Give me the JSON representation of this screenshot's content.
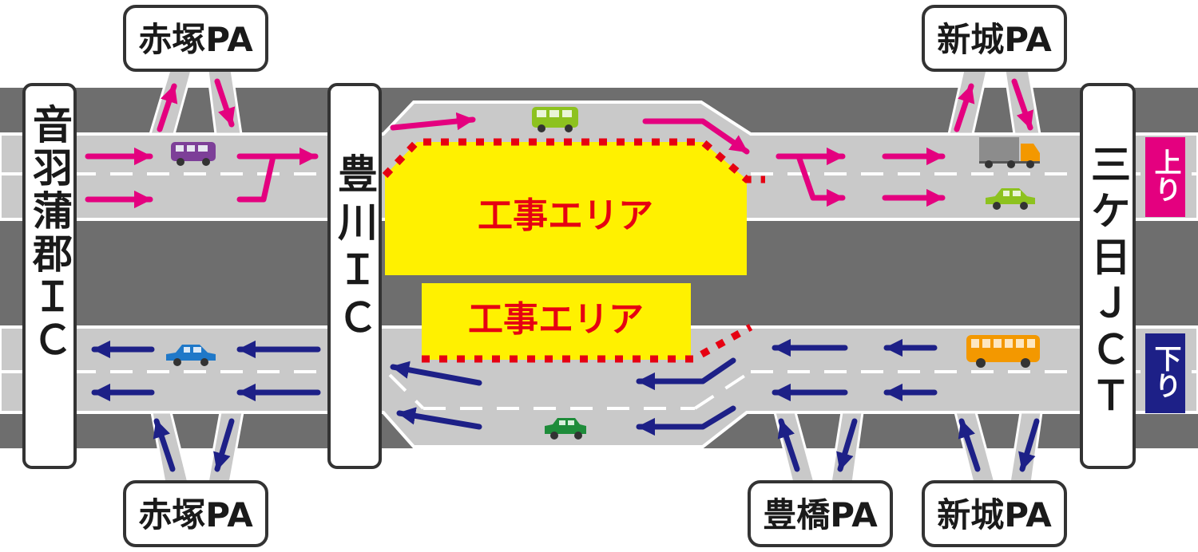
{
  "interchanges": {
    "left": "音羽蒲郡ＩＣ",
    "middle": "豊川ＩＣ",
    "right": "三ケ日ＪＣＴ"
  },
  "parking_areas": {
    "top_left": "赤塚PA",
    "top_right": "新城PA",
    "bottom_left": "赤塚PA",
    "bottom_middle": "豊橋PA",
    "bottom_right": "新城PA"
  },
  "construction": {
    "upper_zone": "工事エリア",
    "lower_zone": "工事エリア"
  },
  "directions": {
    "inbound": "上り",
    "outbound": "下り"
  },
  "colors": {
    "road_dark": "#6e6e6e",
    "road_lane": "#c9c9c9",
    "outline": "#ffffff",
    "inbound_arrow": "#e4007f",
    "outbound_arrow": "#1d2087",
    "work_area_fill": "#fff100",
    "work_area_text": "#e60012",
    "barrier_red": "#e60012"
  }
}
